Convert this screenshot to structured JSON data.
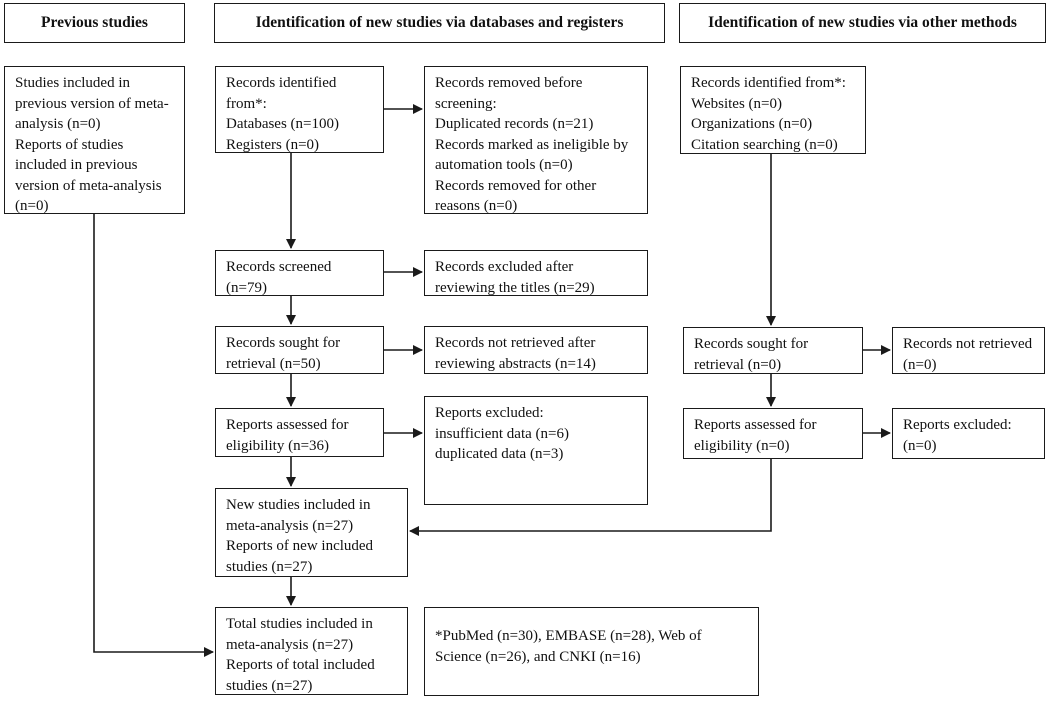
{
  "headers": {
    "previous": "Previous studies",
    "databases": "Identification of new studies via databases and registers",
    "other": "Identification of new studies via other methods"
  },
  "boxes": {
    "prev_included": "Studies included in\nprevious version of meta-\nanalysis (n=0)\nReports of studies\nincluded in previous\nversion of meta-analysis\n(n=0)",
    "db_identified": "Records identified\nfrom*:\nDatabases (n=100)\nRegisters (n=0)",
    "db_removed": "Records removed before\nscreening:\nDuplicated records (n=21)\nRecords marked as ineligible by\nautomation tools (n=0)\nRecords removed for other\nreasons (n=0)",
    "db_screened": "Records screened\n(n=79)",
    "db_excluded_titles": "Records excluded after\nreviewing the titles (n=29)",
    "db_sought": "Records sought for\nretrieval (n=50)",
    "db_not_retrieved": "Records not retrieved after\nreviewing abstracts (n=14)",
    "db_assessed": "Reports assessed for\neligibility (n=36)",
    "db_reports_excluded": "Reports excluded:\ninsufficient data (n=6)\nduplicated data (n=3)",
    "new_included": "New studies included in\nmeta-analysis (n=27)\nReports of new included\nstudies (n=27)",
    "total_included": "Total studies included in\nmeta-analysis (n=27)\nReports of total included\nstudies (n=27)",
    "footnote": "*PubMed (n=30), EMBASE (n=28), Web of\nScience (n=26), and CNKI (n=16)",
    "other_identified": "Records identified from*:\nWebsites (n=0)\nOrganizations (n=0)\nCitation searching (n=0)",
    "other_sought": "Records sought for\nretrieval (n=0)",
    "other_not_retrieved": "Records not retrieved\n(n=0)",
    "other_assessed": "Reports assessed for\neligibility (n=0)",
    "other_reports_excluded": "Reports excluded:\n(n=0)"
  }
}
